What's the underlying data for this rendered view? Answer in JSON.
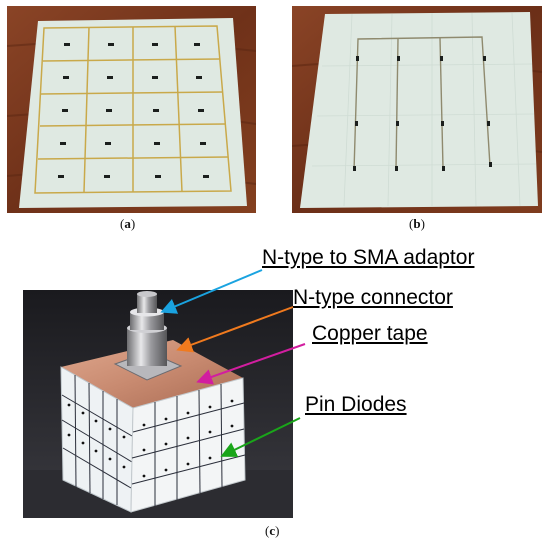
{
  "captions": {
    "a": "a",
    "b": "b",
    "c": "c"
  },
  "annotations": {
    "adaptor": "N-type  to SMA adaptor",
    "connector": "N-type connector",
    "tape": "Copper tape",
    "diodes": "Pin Diodes"
  },
  "colors": {
    "wood": "#7a3a22",
    "board": "#dfe9e2",
    "trace": "#c9a94a",
    "adaptor_arrow": "#1aa3e0",
    "connector_arrow": "#f07a1e",
    "tape_arrow": "#d21ea0",
    "diodes_arrow": "#1aa51a"
  }
}
